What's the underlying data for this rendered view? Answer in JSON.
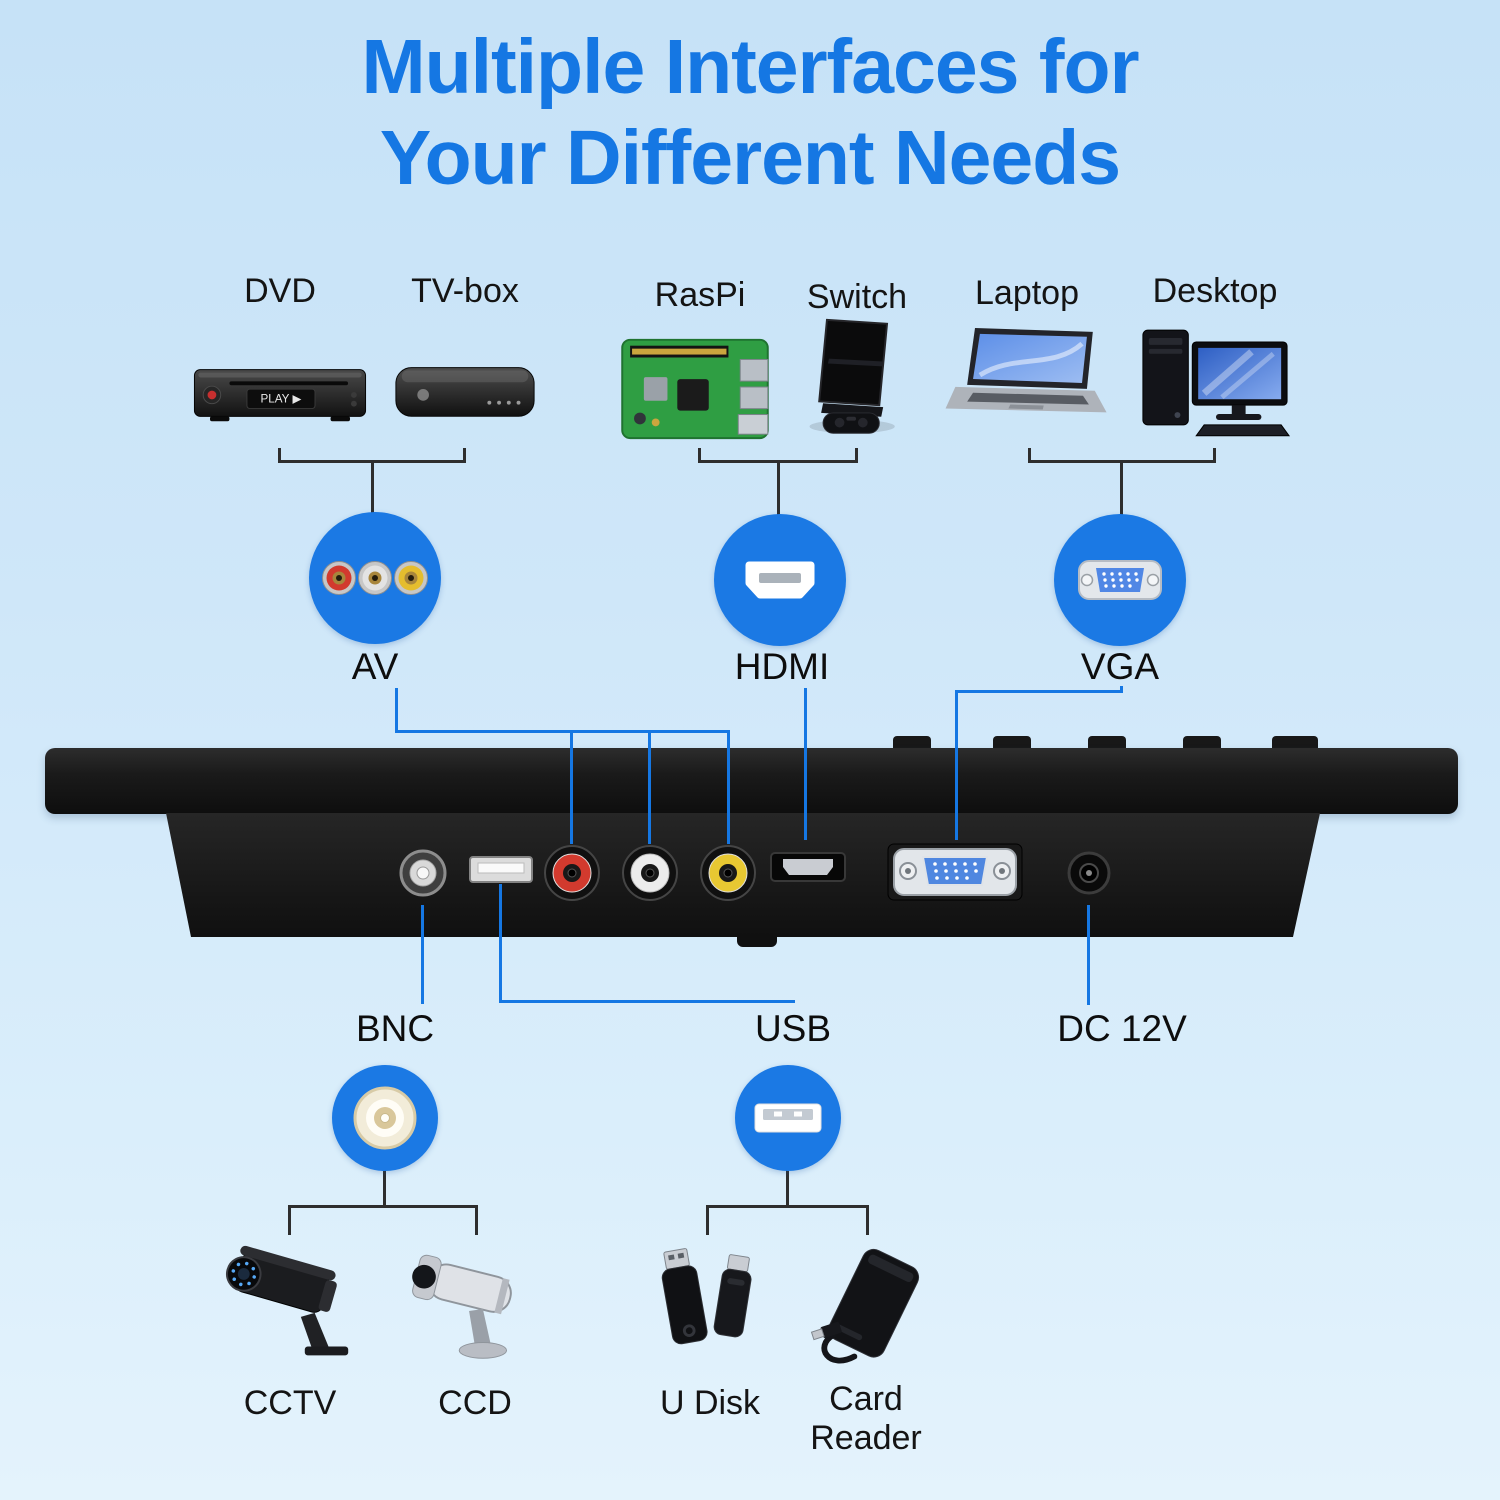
{
  "title": {
    "line1": "Multiple Interfaces for",
    "line2": "Your Different Needs"
  },
  "top_devices": {
    "dvd": {
      "label": "DVD",
      "screen_text": "PLAY ▶"
    },
    "tvbox": {
      "label": "TV-box"
    },
    "raspi": {
      "label": "RasPi"
    },
    "switch": {
      "label": "Switch"
    },
    "laptop": {
      "label": "Laptop"
    },
    "desktop": {
      "label": "Desktop"
    }
  },
  "interfaces": {
    "av": {
      "label": "AV"
    },
    "hdmi": {
      "label": "HDMI"
    },
    "vga": {
      "label": "VGA"
    },
    "bnc": {
      "label": "BNC"
    },
    "usb": {
      "label": "USB"
    },
    "dc": {
      "label": "DC 12V"
    }
  },
  "bottom_devices": {
    "cctv": {
      "label": "CCTV"
    },
    "ccd": {
      "label": "CCD"
    },
    "udisk": {
      "label": "U Disk"
    },
    "cardreader": {
      "label": "Card Reader"
    }
  },
  "colors": {
    "title_blue": "#1577e3",
    "circle_blue": "#1b79e4",
    "connector_blue": "#1577e3",
    "line_dark": "#2e2e2e",
    "background_top": "#c6e2f7",
    "background_bottom": "#e4f3fc",
    "rca_red": "#d23a2e",
    "rca_white": "#e3e3e3",
    "rca_yellow": "#e5bd2e",
    "vga_blue": "#5087e5"
  }
}
